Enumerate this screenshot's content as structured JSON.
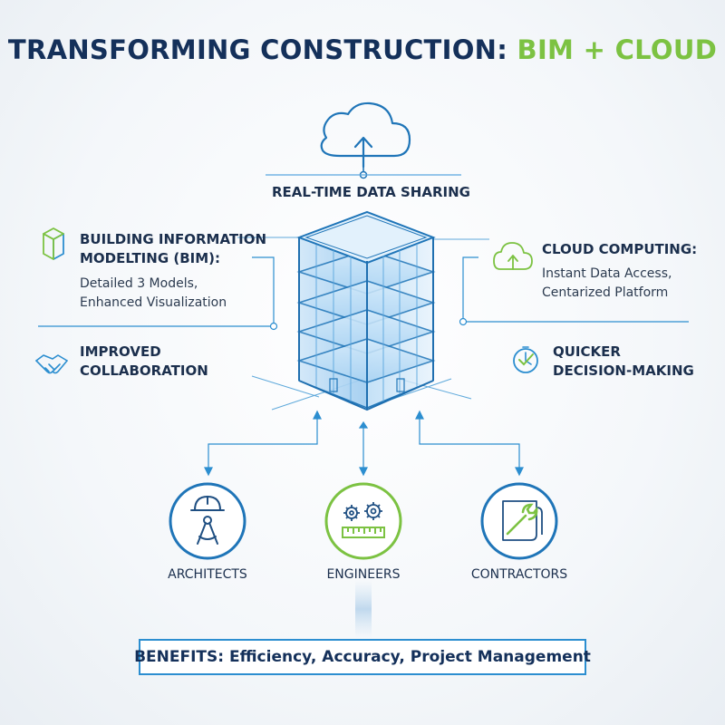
{
  "title": {
    "main": "TRANSFORMING CONSTRUCTION: ",
    "accent": "BIM + CLOUD"
  },
  "cloud_label": "REAL-TIME DATA SHARING",
  "bim": {
    "heading_line1": "BUILDING INFORMATION",
    "heading_line2": "MODELTING (BIM):",
    "detail_line1": "Detailed 3 Models,",
    "detail_line2": "Enhanced Visualization"
  },
  "cloud_computing": {
    "heading": "CLOUD COMPUTING:",
    "detail_line1": "Instant Data Access,",
    "detail_line2": "Centarized Platform"
  },
  "collaboration": {
    "line1": "IMPROVED",
    "line2": "COLLABORATION"
  },
  "decision": {
    "line1": "QUICKER",
    "line2": "DECISION-MAKING"
  },
  "roles": [
    "ARCHITECTS",
    "ENGINEERS",
    "CONTRACTORS"
  ],
  "benefits": "BENEFITS: Efficiency, Accuracy, Project Management",
  "colors": {
    "navy": "#14305a",
    "blue": "#2c8ed0",
    "green": "#7cc242"
  }
}
